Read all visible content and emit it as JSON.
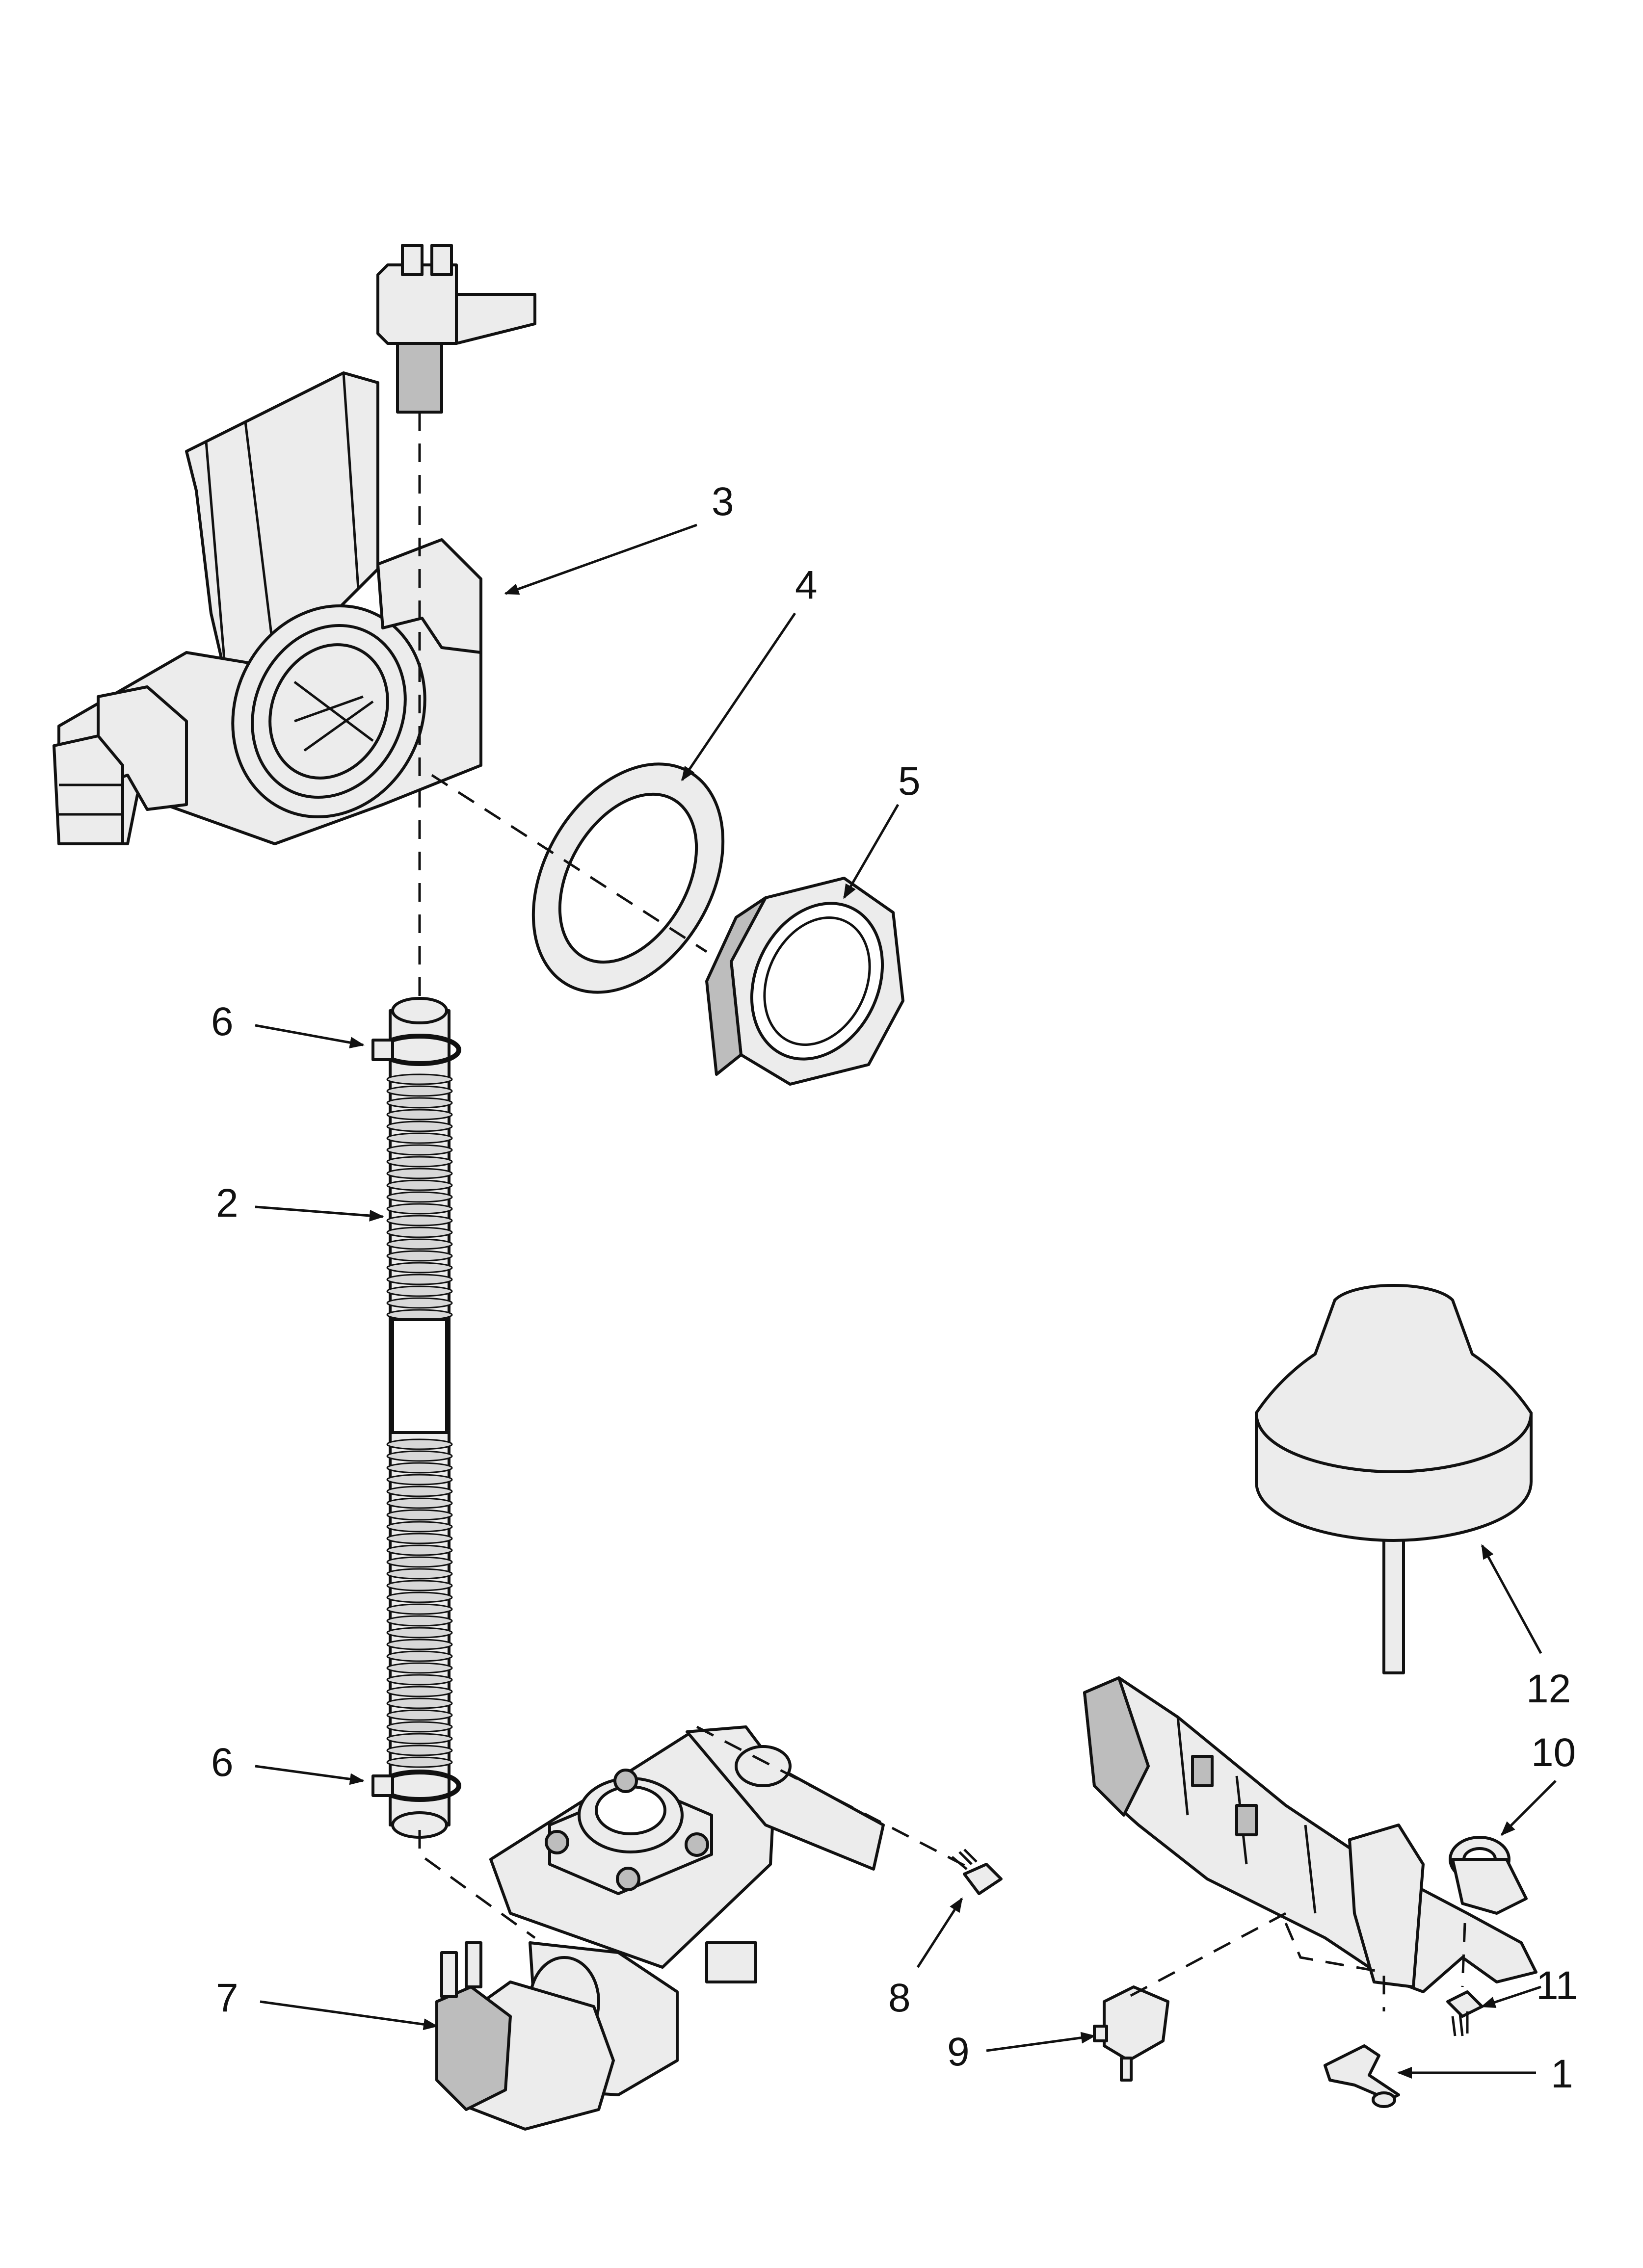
{
  "callouts": {
    "c1": "1",
    "c2": "2",
    "c3": "3",
    "c4": "4",
    "c5": "5",
    "c6_top": "6",
    "c6_bottom": "6",
    "c7": "7",
    "c8": "8",
    "c9": "9",
    "c10": "10",
    "c11": "11",
    "c12": "12"
  }
}
